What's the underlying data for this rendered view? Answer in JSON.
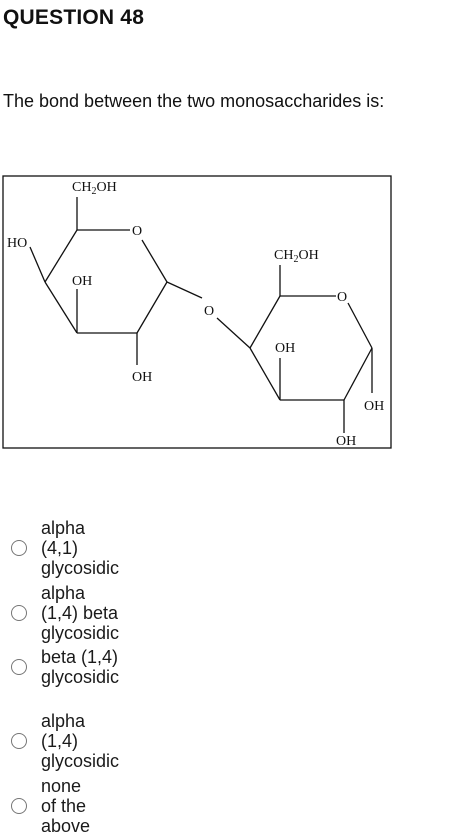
{
  "question": {
    "title": "QUESTION 48",
    "prompt": "The bond between the two monosaccharides is:"
  },
  "structure": {
    "ring1": {
      "ch2oh": "CH",
      "ch2oh_sub": "2",
      "ch2oh_tail": "OH",
      "ring_o": "O",
      "ho": "HO",
      "oh_inner": "OH",
      "oh_bottom": "OH"
    },
    "linkage_o": "O",
    "ring2": {
      "ch2oh": "CH",
      "ch2oh_sub": "2",
      "ch2oh_tail": "OH",
      "ring_o": "O",
      "oh_inner": "OH",
      "oh_right": "OH",
      "oh_bottom": "OH"
    }
  },
  "options": [
    {
      "label": "alpha (4,1) glycosidic",
      "selected": false
    },
    {
      "label": "alpha (1,4) beta glycosidic",
      "selected": false
    },
    {
      "label": "beta (1,4) glycosidic",
      "selected": false
    },
    {
      "label": "alpha (1,4) glycosidic",
      "selected": false
    },
    {
      "label": "none of the above",
      "selected": false
    }
  ]
}
